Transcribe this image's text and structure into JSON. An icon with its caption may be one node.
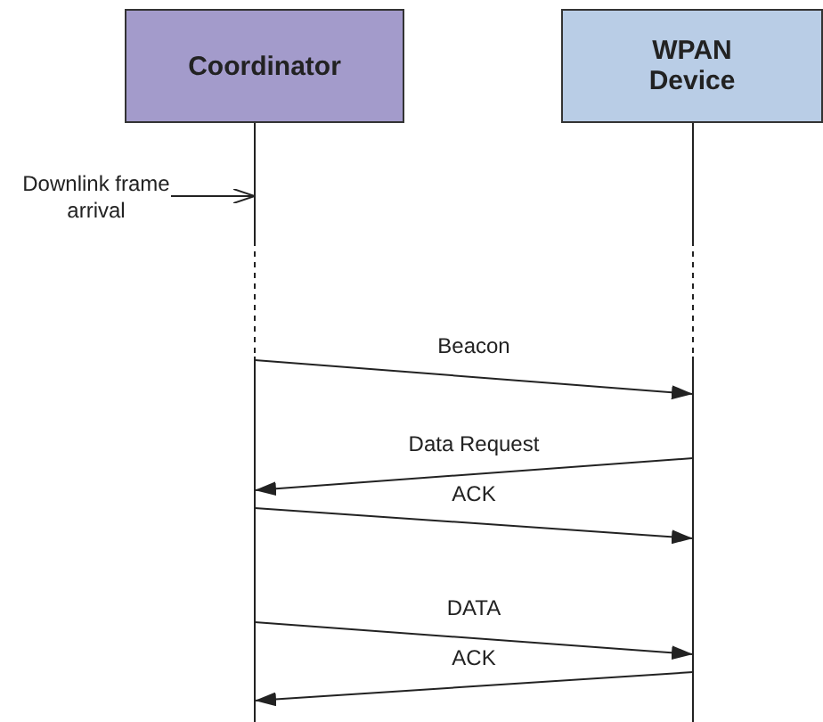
{
  "diagram": {
    "nodes": [
      {
        "text": [
          "Coordinator"
        ]
      },
      {
        "text": [
          "WPAN Device"
        ]
      },
      {
        "text": [
          "Downlink frame arrival"
        ]
      }
    ],
    "edges": [
      {
        "from": 2,
        "to": 0,
        "arrow": "to"
      },
      {
        "from": 0,
        "to": 1,
        "arrow": "to",
        "label": "Beacon"
      },
      {
        "from": 1,
        "to": 0,
        "arrow": "to",
        "label": "Data Request"
      },
      {
        "from": 0,
        "to": 1,
        "arrow": "to",
        "label": "ACK"
      },
      {
        "from": 0,
        "to": 1,
        "arrow": "to",
        "label": "DATA"
      },
      {
        "from": 1,
        "to": 0,
        "arrow": "to",
        "label": "ACK"
      }
    ]
  }
}
